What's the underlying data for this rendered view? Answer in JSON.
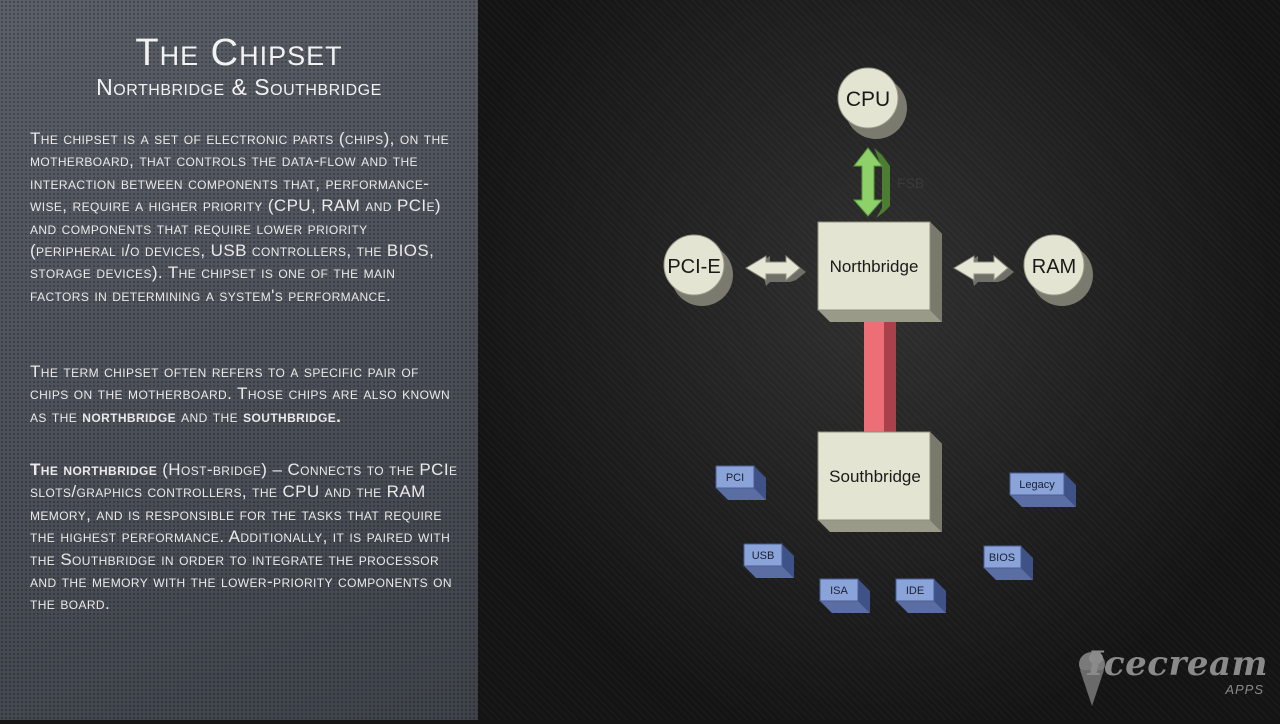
{
  "slide": {
    "title": "The Chipset",
    "subtitle": "Northbridge & Southbridge"
  },
  "text": {
    "p1": "The chipset is a set of electronic parts (chips), on the motherboard, that controls the data-flow and the interaction between components that, performance-wise, require a higher priority (CPU, RAM and PCIe) and components that require lower priority (peripheral i/o devices, USB controllers, the BIOS, storage devices). The chipset is one of the main factors in determining a system's performance.",
    "p2_before": "The term chipset often refers to a specific pair of chips on the motherboard. Those chips are also known as the ",
    "p2_northbridge": "northbridge",
    "p2_middle": " and the ",
    "p2_southbridge": "southbridge.",
    "p3_bold": "The northbridge",
    "p3_rest": " (Host-bridge) – Connects to the PCIe slots/graphics controllers, the CPU and the RAM memory, and is responsible for the tasks that require the highest performance. Additionally, it is paired with the Southbridge in order to integrate the processor and the memory with the lower-priority components on the board."
  },
  "diagram": {
    "cpu": "CPU",
    "fsb": "FSB",
    "pcie": "PCI-E",
    "ram": "RAM",
    "northbridge": "Northbridge",
    "southbridge": "Southbridge",
    "pci": "PCI",
    "legacy": "Legacy",
    "usb": "USB",
    "bios": "BIOS",
    "isa": "ISA",
    "ide": "IDE"
  },
  "logo": {
    "name": "Icecream",
    "sub": "APPS"
  },
  "colors": {
    "chip_face": "#e4e4d2",
    "fsb_arrow": "#8ed16a",
    "bridge_link": "#ec6f78",
    "peripheral_box": "#8aa3d8"
  }
}
